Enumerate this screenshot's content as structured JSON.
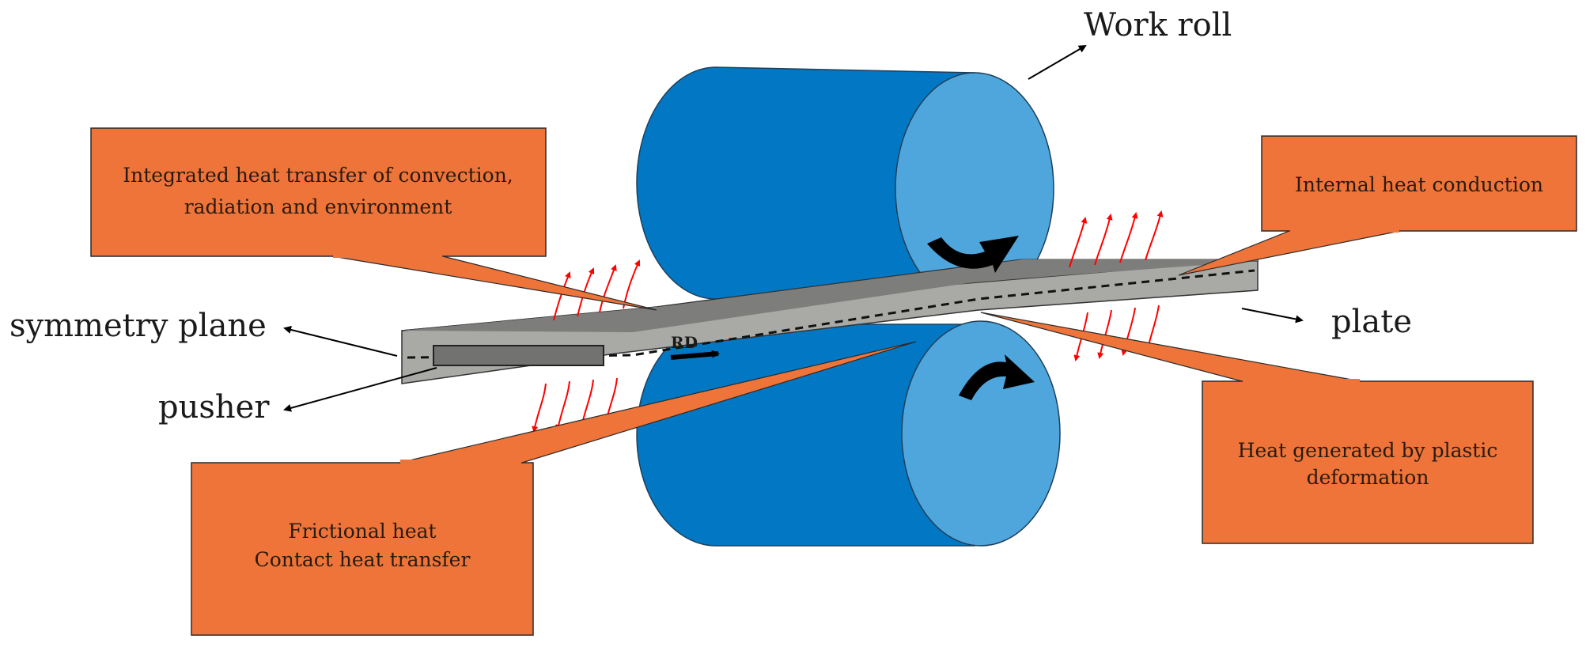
{
  "labels": {
    "work_roll": "Work roll",
    "symmetry_plane": "symmetry plane",
    "pusher": "pusher",
    "plate": "plate",
    "rd": "RD"
  },
  "callouts": {
    "convection": [
      "Integrated heat transfer of convection,",
      "radiation and environment"
    ],
    "internal": [
      "Internal heat conduction"
    ],
    "plastic": [
      "Heat generated by plastic",
      "deformation"
    ],
    "friction": [
      "Frictional heat",
      "Contact heat transfer"
    ]
  },
  "colors": {
    "roll_body": "#0278c4",
    "roll_face": "#4ea6dc",
    "plate_top": "#7d7e7c",
    "plate_front": "#a9aaa6",
    "callout": "#ee7439",
    "heat_arrow": "#ff0000"
  }
}
